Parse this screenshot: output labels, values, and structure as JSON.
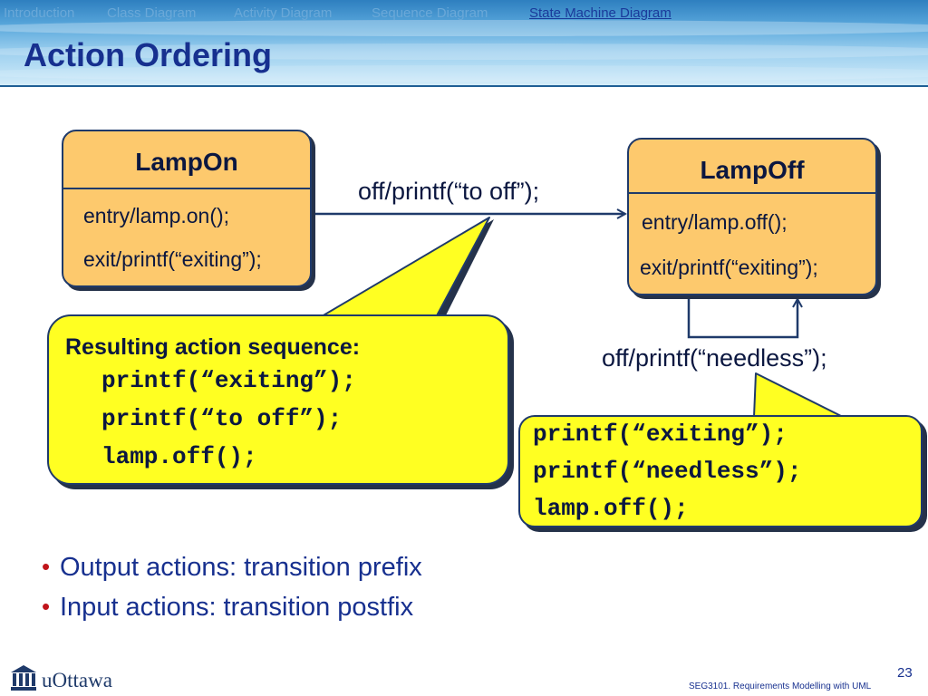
{
  "header": {
    "nav": [
      {
        "label": "Introduction",
        "active": false
      },
      {
        "label": "Class Diagram",
        "active": false
      },
      {
        "label": "Activity Diagram",
        "active": false
      },
      {
        "label": "Sequence Diagram",
        "active": false
      },
      {
        "label": "State Machine Diagram",
        "active": true
      }
    ],
    "title": "Action Ordering"
  },
  "diagram": {
    "states": {
      "lamp_on": {
        "name": "LampOn",
        "entry": "entry/lamp.on();",
        "exit": "exit/printf(“exiting”);"
      },
      "lamp_off": {
        "name": "LampOff",
        "entry": "entry/lamp.off();",
        "exit": "exit/printf(“exiting”);"
      }
    },
    "transitions": {
      "on_to_off": "off/printf(“to off”);",
      "self_loop": "off/printf(“needless”);"
    },
    "callout_left": {
      "heading": "Resulting action sequence:",
      "lines": [
        "printf(“exiting”);",
        "printf(“to off”);",
        "lamp.off();"
      ]
    },
    "callout_right": {
      "lines": [
        "printf(“exiting”);",
        "printf(“needless”);",
        "lamp.off();"
      ]
    }
  },
  "bullets": [
    "Output actions: transition prefix",
    "Input actions: transition postfix"
  ],
  "footer": {
    "logo_text": "uOttawa",
    "page_number": "23",
    "course": "SEG3101. Requirements Modelling with UML"
  },
  "colors": {
    "state_fill": "#fdc96d",
    "callout_fill": "#ffff22",
    "title_blue": "#17308f",
    "bullet_red": "#c0141a"
  }
}
